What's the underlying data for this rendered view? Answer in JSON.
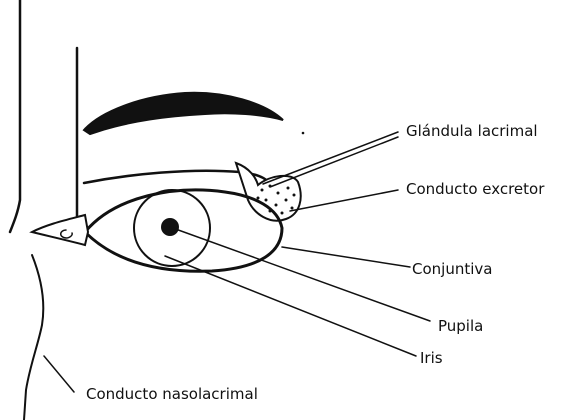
{
  "labels": {
    "glandula": "Glándula lacrimal",
    "excretor": "Conducto excretor",
    "conjuntiva": "Conjuntiva",
    "pupila": "Pupila",
    "iris": "Iris",
    "nasolacrimal": "Conducto nasolacrimal"
  }
}
